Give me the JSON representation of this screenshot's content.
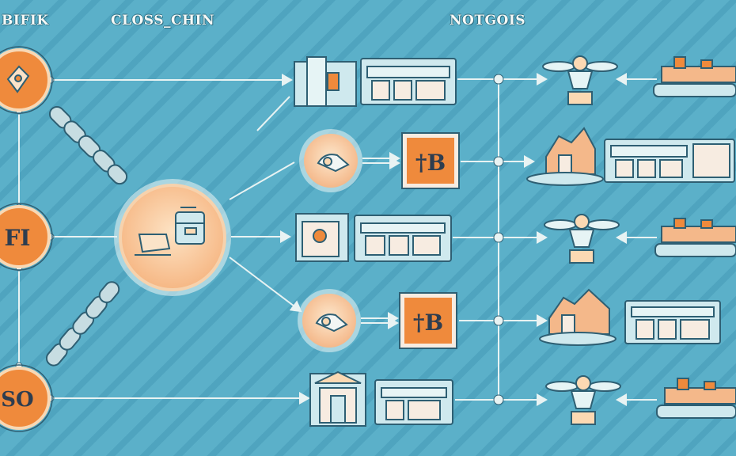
{
  "header": {
    "left_label": "BIFIK",
    "center_label": "CLOSS_CHIN",
    "right_label": "NOTGOIS"
  },
  "nodes": {
    "source_top": "",
    "source_mid": "FI",
    "source_bottom": "SO",
    "bank_tile_1": "†B",
    "bank_tile_2": "†B"
  },
  "colors": {
    "background": "#5bb0c9",
    "stripe": "#4fa4bf",
    "orange": "#ef8a3c",
    "peach": "#fbd9b3",
    "outline": "#2e5f73",
    "panel": "#cfe9ee"
  },
  "icons": [
    "lock-icon",
    "chain-icon",
    "hub-wallet-icon",
    "building-icon",
    "bank-icon",
    "drone-icon",
    "ship-icon",
    "junction-icon",
    "arrow-icon"
  ]
}
